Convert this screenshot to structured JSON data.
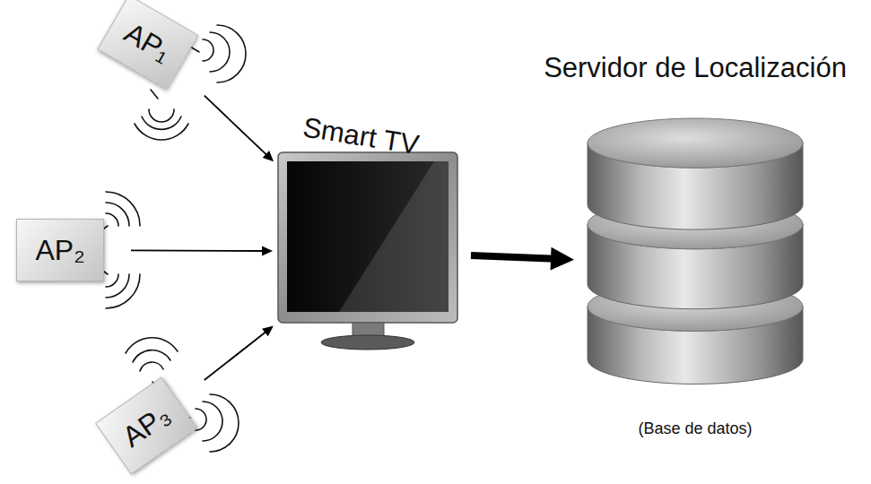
{
  "diagram": {
    "nodes": [
      {
        "text": [
          "AP₁"
        ]
      },
      {
        "text": [
          "AP₂"
        ]
      },
      {
        "text": [
          "AP₃"
        ]
      },
      {
        "text": [
          "Smart TV"
        ]
      },
      {
        "text": [
          "Servidor de Localización",
          "(Base de datos)"
        ]
      }
    ],
    "edges": [
      {
        "from": 0,
        "to": 3,
        "arrow": "to"
      },
      {
        "from": 1,
        "to": 3,
        "arrow": "to"
      },
      {
        "from": 2,
        "to": 3,
        "arrow": "to"
      },
      {
        "from": 3,
        "to": 4,
        "arrow": "to"
      }
    ]
  }
}
